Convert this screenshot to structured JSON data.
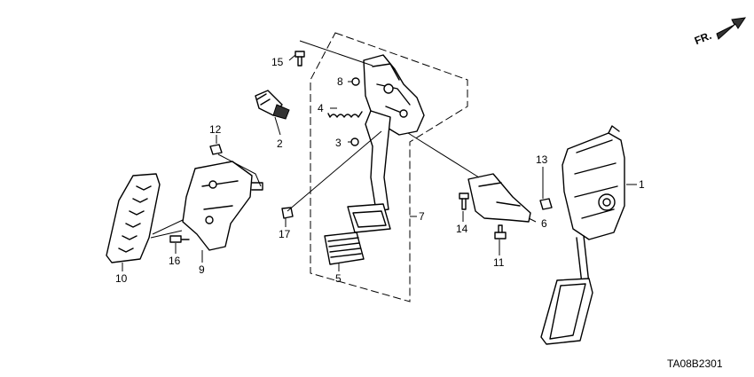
{
  "diagram": {
    "code": "TA08B2301",
    "direction_label": "FR.",
    "callouts": [
      "1",
      "2",
      "3",
      "4",
      "5",
      "6",
      "7",
      "8",
      "9",
      "10",
      "11",
      "12",
      "13",
      "14",
      "15",
      "16",
      "17"
    ]
  }
}
